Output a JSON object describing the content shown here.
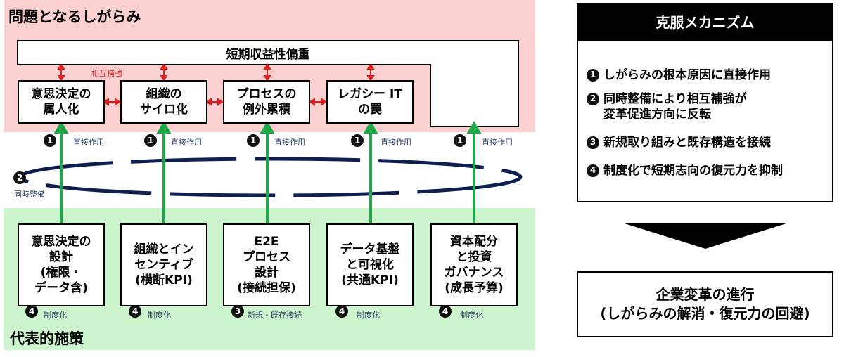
{
  "left_panel": {
    "problem_title": "問題となるしがらみ",
    "measures_title": "代表的施策",
    "short_term_label": "短期収益性偏重",
    "mutual_reinforce_label": "相互補強",
    "simultaneous_label": "同時整備",
    "problems": [
      {
        "label": "意思決定の\n属人化"
      },
      {
        "label": "組織の\nサイロ化"
      },
      {
        "label": "プロセスの\n例外累積"
      },
      {
        "label": "レガシー IT\nの罠"
      }
    ],
    "direct_effect_label": "直接作用",
    "measures": [
      {
        "label": "意思決定の\n設計\n(権限・\nデータ含)",
        "badge": "4",
        "note": "制度化"
      },
      {
        "label": "組織とイン\nセンティブ\n(横断KPI)",
        "badge": "4",
        "note": "制度化"
      },
      {
        "label": "E2E\nプロセス\n設計\n(接続担保)",
        "badge": "3",
        "note": "新規・既存接続"
      },
      {
        "label": "データ基盤\nと可視化\n(共通KPI)",
        "badge": "4",
        "note": "制度化"
      },
      {
        "label": "資本配分\nと投資\nガバナンス\n(成長予算)",
        "badge": "4",
        "note": "制度化"
      }
    ],
    "badges": {
      "direct": "1",
      "simultaneous": "2"
    }
  },
  "mechanism": {
    "title": "克服メカニズム",
    "items": [
      {
        "num": "1",
        "text": "しがらみの根本原因に直接作用"
      },
      {
        "num": "2",
        "text": "同時整備により相互補強が\n変革促進方向に反転"
      },
      {
        "num": "3",
        "text": "新規取り組みと既存構造を接続"
      },
      {
        "num": "4",
        "text": "制度化で短期志向の復元力を抑制"
      }
    ]
  },
  "result": {
    "text": "企業変革の進行\n(しがらみの解消・復元力の回避)"
  },
  "colors": {
    "problem_zone": "#f9cfcf",
    "measure_zone": "#cdf5cd",
    "arrow_green": "#1fa84a",
    "arrow_red": "#e02020",
    "ellipse_navy": "#0f1f4f"
  }
}
